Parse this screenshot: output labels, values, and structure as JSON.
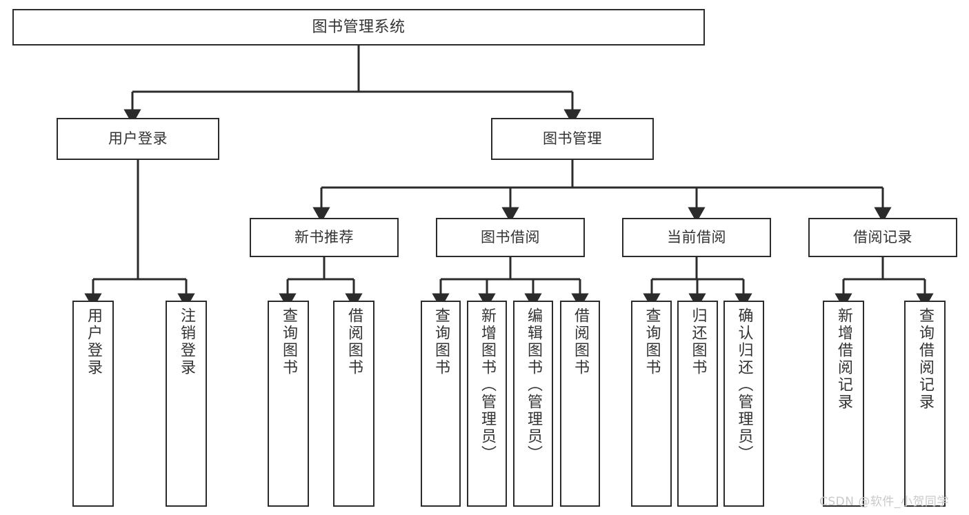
{
  "diagram": {
    "title": "图书管理系统",
    "type": "hierarchy-tree",
    "root": {
      "label": "图书管理系统"
    },
    "level2": [
      {
        "label": "用户登录"
      },
      {
        "label": "图书管理"
      }
    ],
    "level3": [
      {
        "label": "新书推荐"
      },
      {
        "label": "图书借阅"
      },
      {
        "label": "当前借阅"
      },
      {
        "label": "借阅记录"
      }
    ],
    "leaves": {
      "user_login": [
        {
          "label": "用户登录"
        },
        {
          "label": "注销登录"
        }
      ],
      "new_book_recommend": [
        {
          "label": "查询图书"
        },
        {
          "label": "借阅图书"
        }
      ],
      "book_borrow": [
        {
          "label": "查询图书"
        },
        {
          "label": "新增图书（管理员）"
        },
        {
          "label": "编辑图书（管理员）"
        },
        {
          "label": "借阅图书"
        }
      ],
      "current_borrow": [
        {
          "label": "查询图书"
        },
        {
          "label": "归还图书"
        },
        {
          "label": "确认归还（管理员）"
        }
      ],
      "borrow_record": [
        {
          "label": "新增借阅记录"
        },
        {
          "label": "查询借阅记录"
        }
      ]
    }
  },
  "watermark": {
    "text": "CSDN @软件_小贺同学"
  },
  "colors": {
    "border": "#2b2b2b",
    "text": "#333333",
    "background": "#ffffff",
    "watermark": "#c9c9c9"
  }
}
